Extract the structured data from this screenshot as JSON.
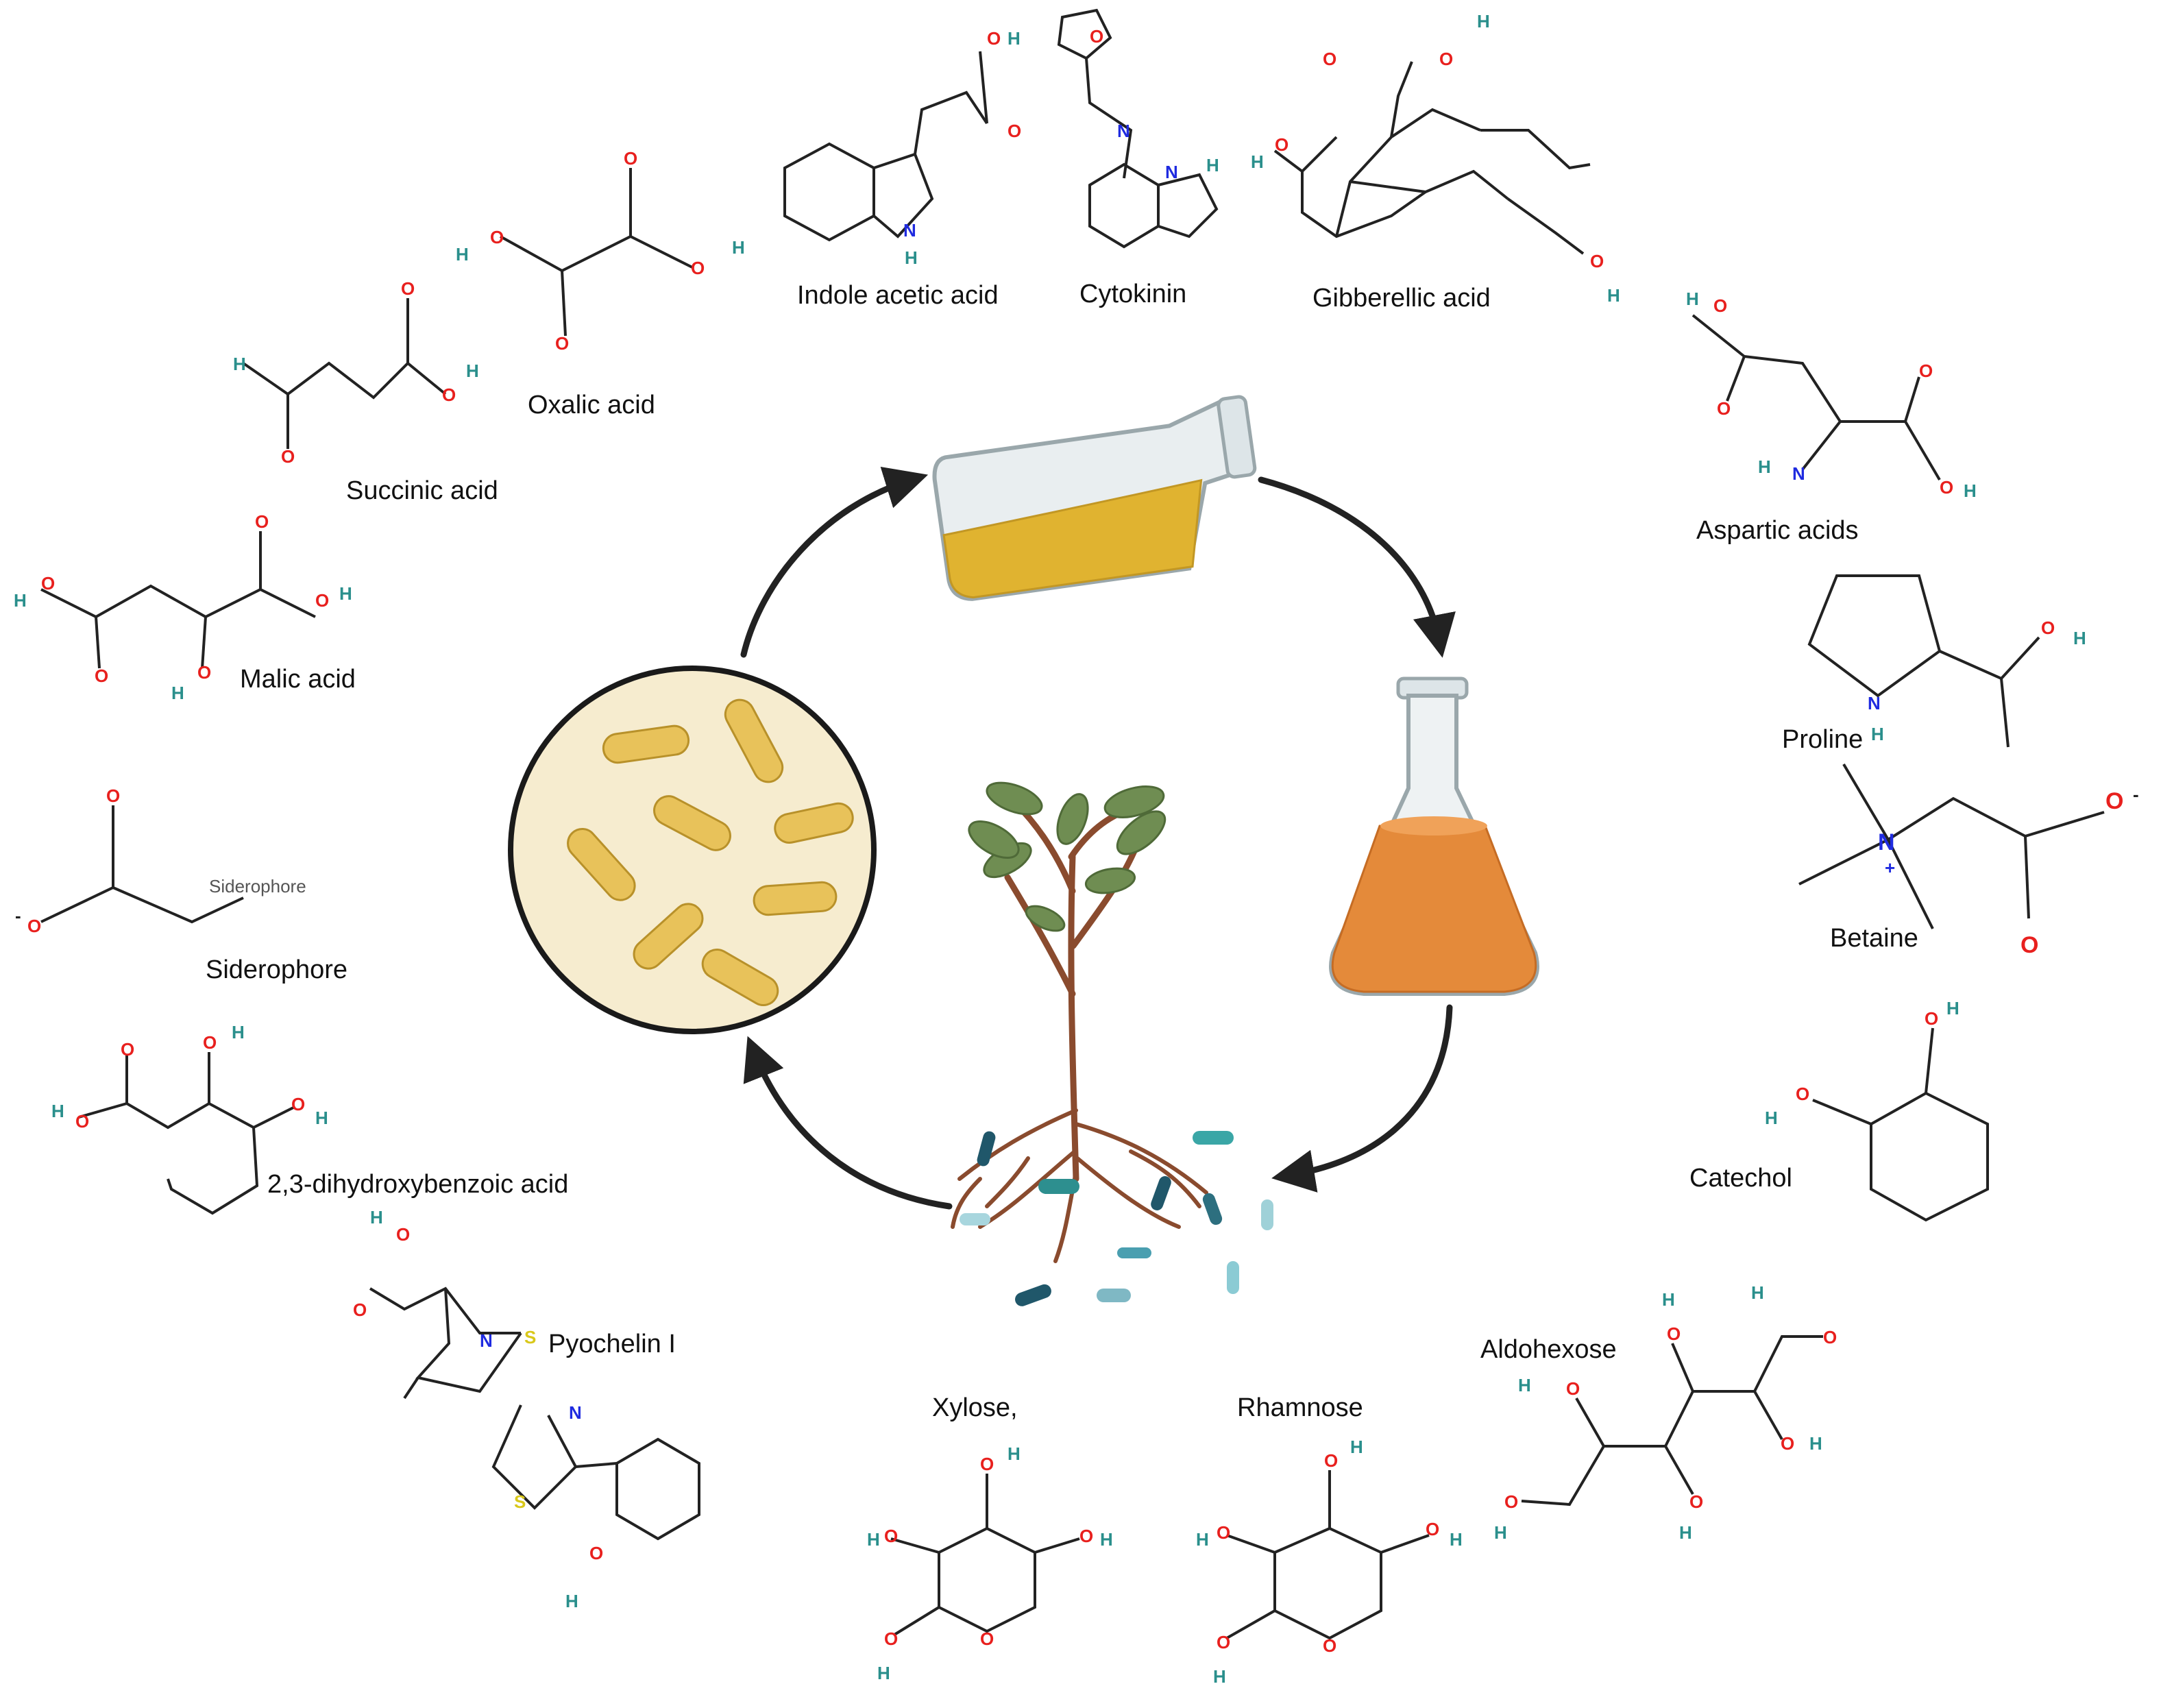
{
  "compounds": {
    "indole_acetic_acid": "Indole acetic acid",
    "cytokinin": "Cytokinin",
    "gibberellic_acid": "Gibberellic acid",
    "oxalic_acid": "Oxalic acid",
    "succinic_acid": "Succinic acid",
    "malic_acid": "Malic acid",
    "siderophore": "Siderophore",
    "dihydroxybenzoic_acid": "2,3-dihydroxybenzoic acid",
    "pyochelin": "Pyochelin I",
    "xylose": "Xylose,",
    "rhamnose": "Rhamnose",
    "aldohexose": "Aldohexose",
    "catechol": "Catechol",
    "betaine": "Betaine",
    "proline": "Proline",
    "aspartic_acids": "Aspartic acids"
  },
  "structure_inline_label": "Siderophore",
  "atoms": {
    "O": "O",
    "H": "H",
    "N": "N",
    "S": "S",
    "plus": "+",
    "minus": "-"
  },
  "colors": {
    "oxygen": "#e8201e",
    "hydrogen": "#2a8f8c",
    "nitrogen": "#1f2be0",
    "sulfur": "#d9c81a",
    "bond": "#222222",
    "arrow": "#222222",
    "yellow_medium": "#e0b330",
    "orange_medium": "#e48a3a",
    "petri_fill": "#f6eccf",
    "bacteria": "#e8c25a",
    "plant_stem": "#8a4b2e",
    "leaf": "#6f8d52"
  },
  "cycle_steps": [
    "bacteria-culture",
    "flask-yellow",
    "flask-orange",
    "plant-roots"
  ]
}
